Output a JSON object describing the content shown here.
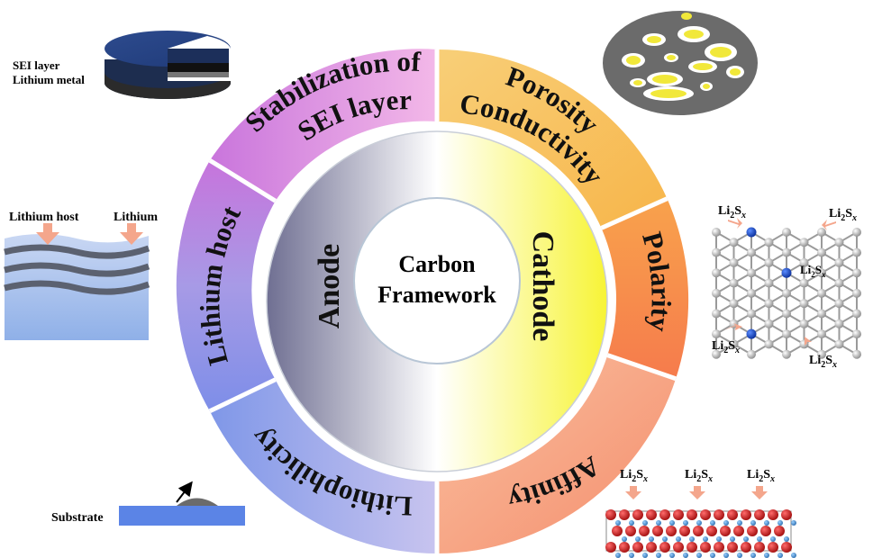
{
  "center": {
    "line1": "Carbon",
    "line2": "Framework"
  },
  "inner": {
    "anode": "Anode",
    "cathode": "Cathode"
  },
  "segments": {
    "sei": {
      "line1": "Stabilization of",
      "line2": "SEI layer"
    },
    "porosity": {
      "line1": "Porosity",
      "line2": "Conductivity"
    },
    "polarity": "Polarity",
    "affinity": "Affinity",
    "lithiophilicity": "Lithiophilicity",
    "lithium_host": "Lithium host"
  },
  "labels": {
    "sei_layer": "SEI layer",
    "lithium_metal": "Lithium metal",
    "lithium_host": "Lithium host",
    "lithium": "Lithium",
    "substrate": "Substrate",
    "li2sx_prefix": "Li",
    "li2sx_sub": "2",
    "li2sx_s": "S",
    "li2sx_x": "x"
  },
  "colors": {
    "sei_seg": "#e9a0dc",
    "porosity_seg": "#f9c868",
    "polarity_seg": "#f7904e",
    "affinity_seg": "#f7a88a",
    "lithiophilicity_seg": "#a9aee6",
    "lithium_host_seg": "#a89ae8",
    "lithium_blue": "#8fa8e0",
    "arrow_salmon": "#f4a68c",
    "substrate": "#5b84e6",
    "disk_gray": "#606060",
    "pore_yellow": "#f1e83a"
  }
}
